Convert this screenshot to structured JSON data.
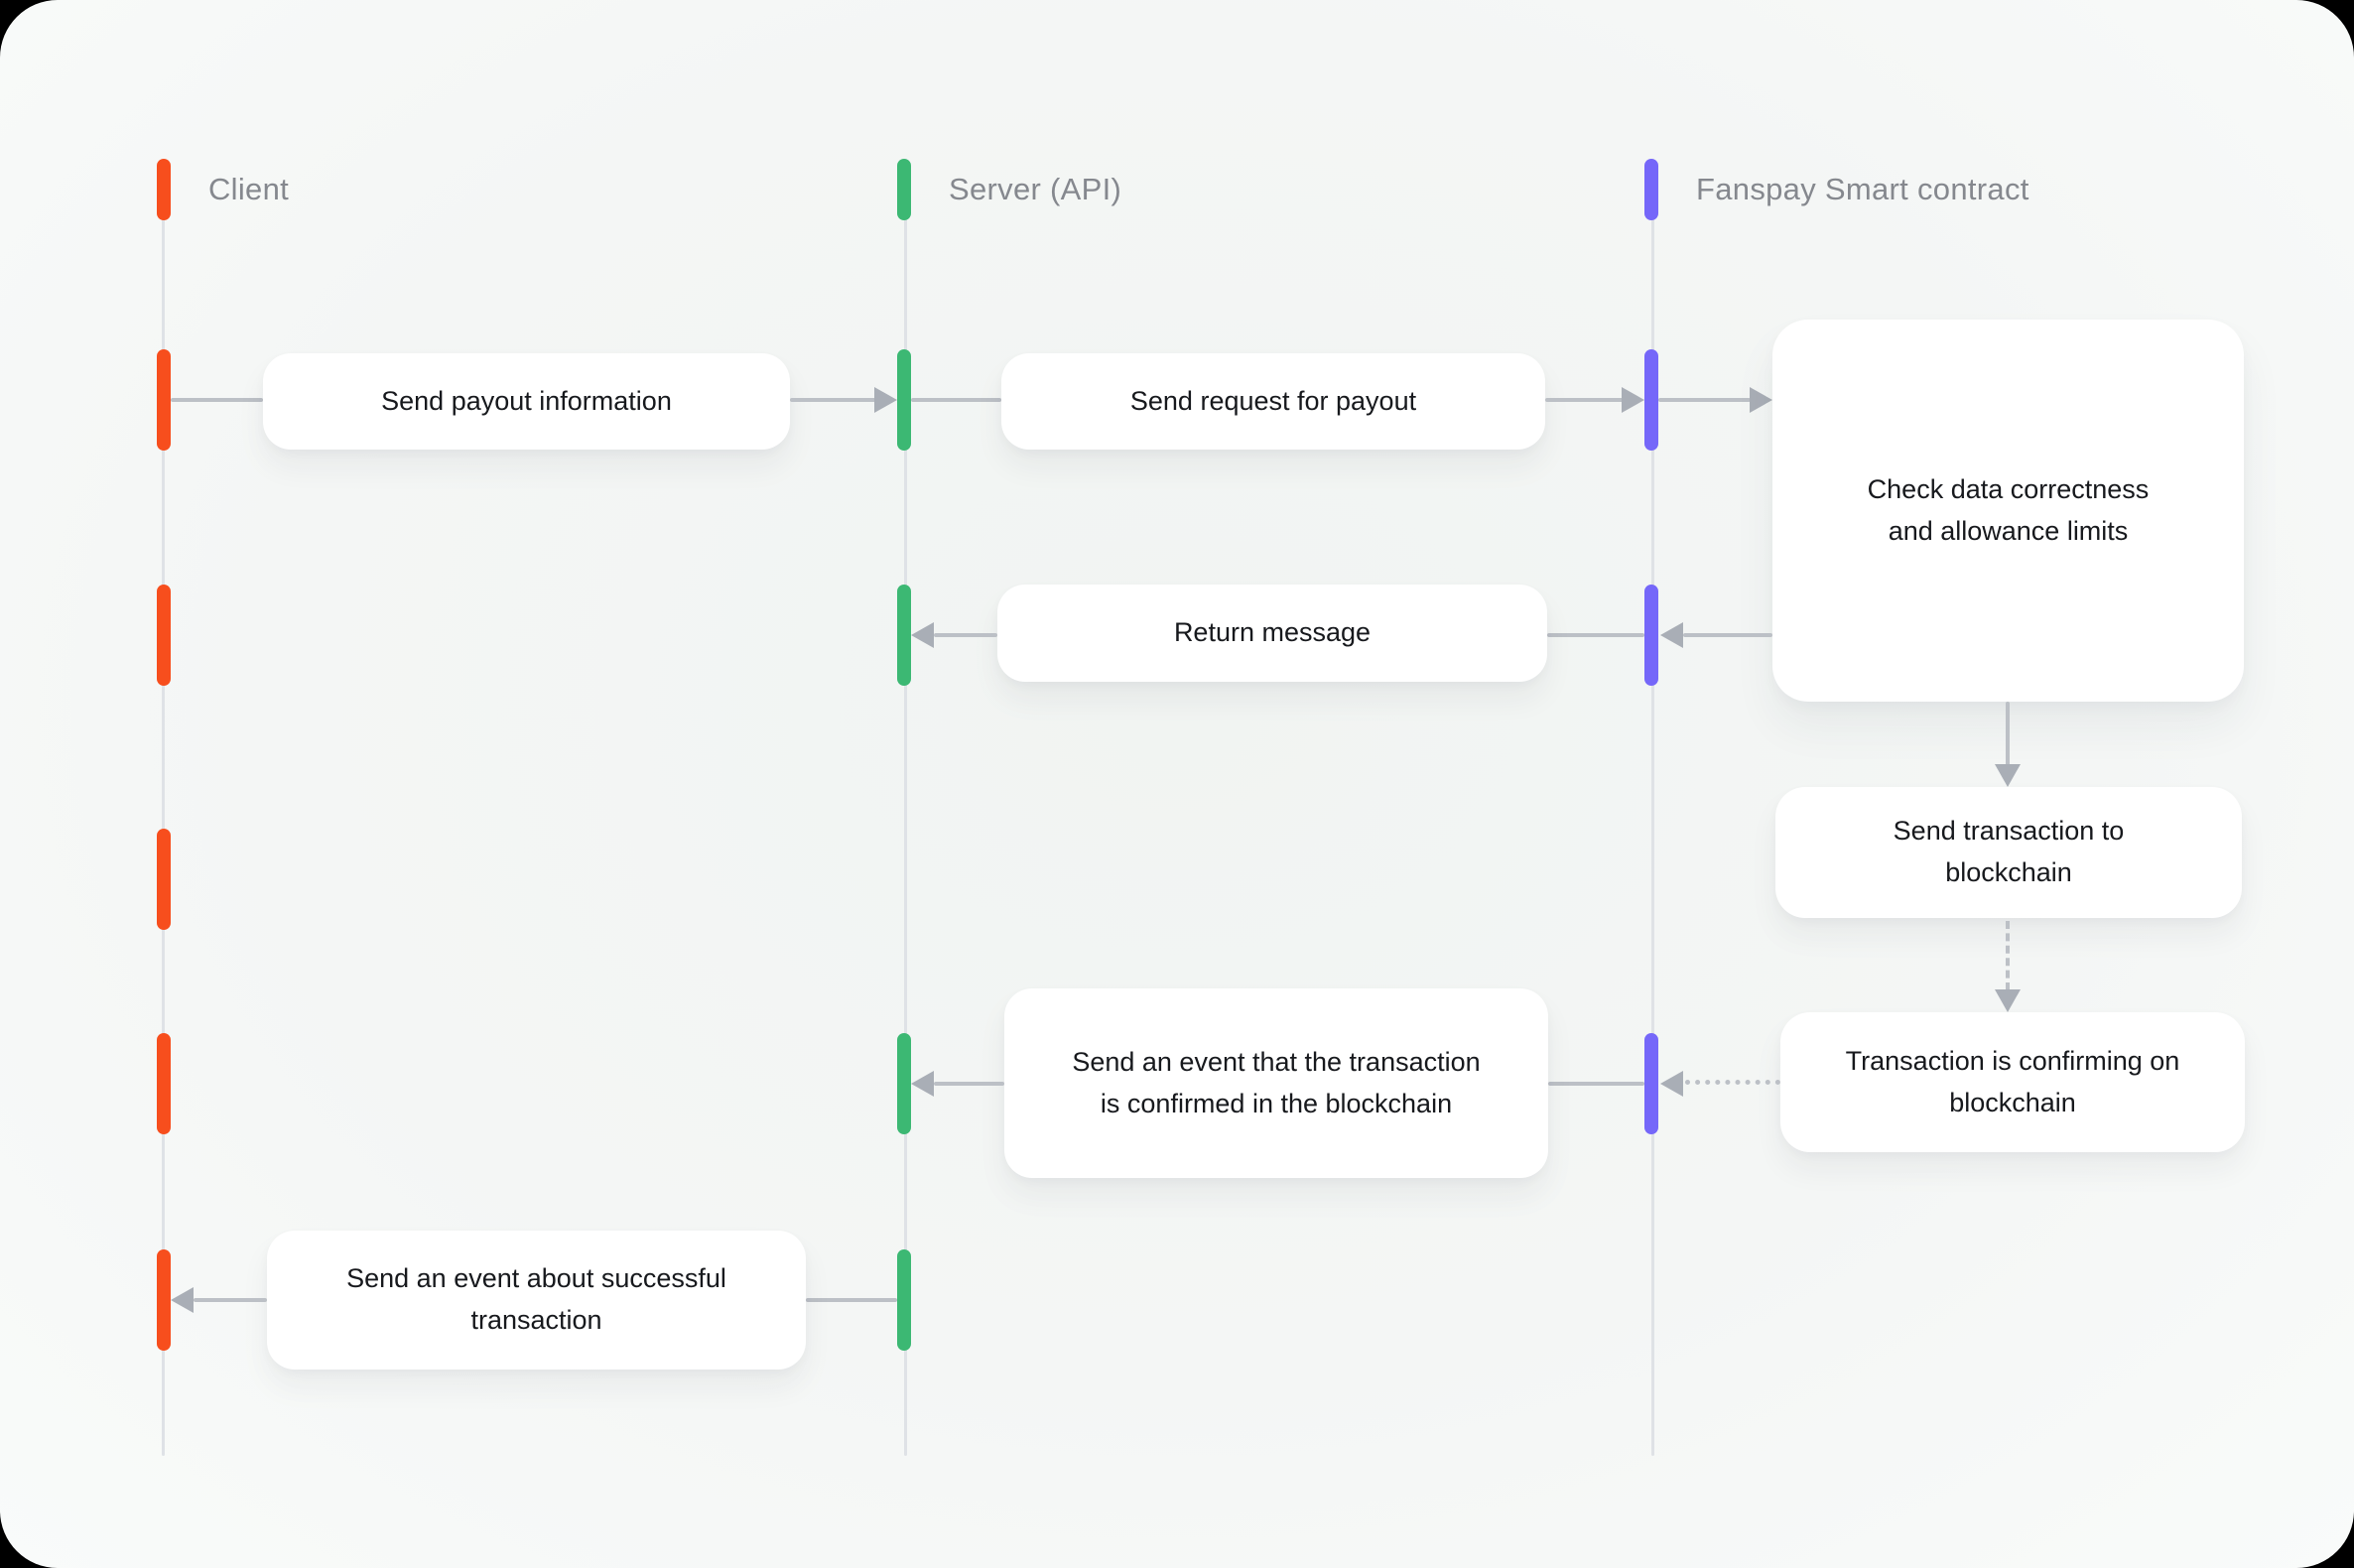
{
  "diagram": {
    "title_hint": "Fanspay payout sequence diagram",
    "actors": [
      {
        "id": "client",
        "name": "Client",
        "color": "#F74E1D"
      },
      {
        "id": "server",
        "name": "Server (API)",
        "color": "#3CB873"
      },
      {
        "id": "contract",
        "name": "Fanspay Smart contract",
        "color": "#7567F9"
      }
    ],
    "messages": {
      "send_payout_info": {
        "text": "Send payout information",
        "from": "Client",
        "to": "Server (API)",
        "style": "solid"
      },
      "send_request_for_payout": {
        "text": "Send request for payout",
        "from": "Server (API)",
        "to": "Fanspay Smart contract",
        "style": "solid"
      },
      "return_message": {
        "text": "Return message",
        "from": "Fanspay Smart contract",
        "to": "Server (API)",
        "style": "solid"
      },
      "event_confirmed": {
        "text": "Send an event that the transaction is confirmed in the blockchain",
        "from": "Fanspay Smart contract",
        "to": "Server (API)",
        "style": "solid"
      },
      "event_success": {
        "text": "Send an event about successful transaction",
        "from": "Server (API)",
        "to": "Client",
        "style": "solid"
      }
    },
    "contract_steps": {
      "check_data": {
        "text": "Check data correctness and allowance limits"
      },
      "send_tx": {
        "text": "Send transaction to blockchain",
        "link_from_prev": "solid-arrow"
      },
      "confirming": {
        "text": "Transaction is confirming on blockchain",
        "link_from_prev": "dashed-arrow",
        "link_to_contract": "dotted-arrow"
      }
    },
    "colors": {
      "client_accent": "#F74E1D",
      "server_accent": "#3CB873",
      "contract_accent": "#7567F9",
      "lifeline": "#dfe2e6",
      "arrow_line": "#bcc0c6",
      "arrow_head": "#a9aeb6",
      "panel_background": "#f4f6f5",
      "outer_background": "#000000",
      "message_text": "#17191d",
      "actor_label_text": "#85888e",
      "box_background": "#ffffff"
    }
  }
}
